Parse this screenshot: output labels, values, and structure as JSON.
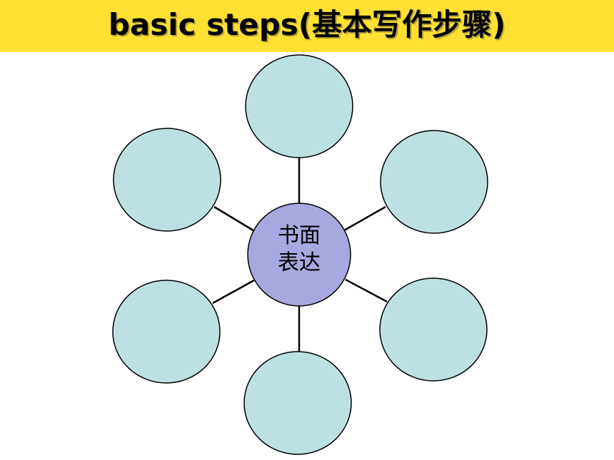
{
  "title": {
    "text": "basic steps(基本写作步骤)"
  },
  "hub": {
    "line1": "书面",
    "line2": "表达"
  },
  "colors": {
    "title_bar": "#ffe033",
    "hub_fill": "#a8a8e0",
    "node_fill": "#bde0e3",
    "stroke": "#000000"
  }
}
